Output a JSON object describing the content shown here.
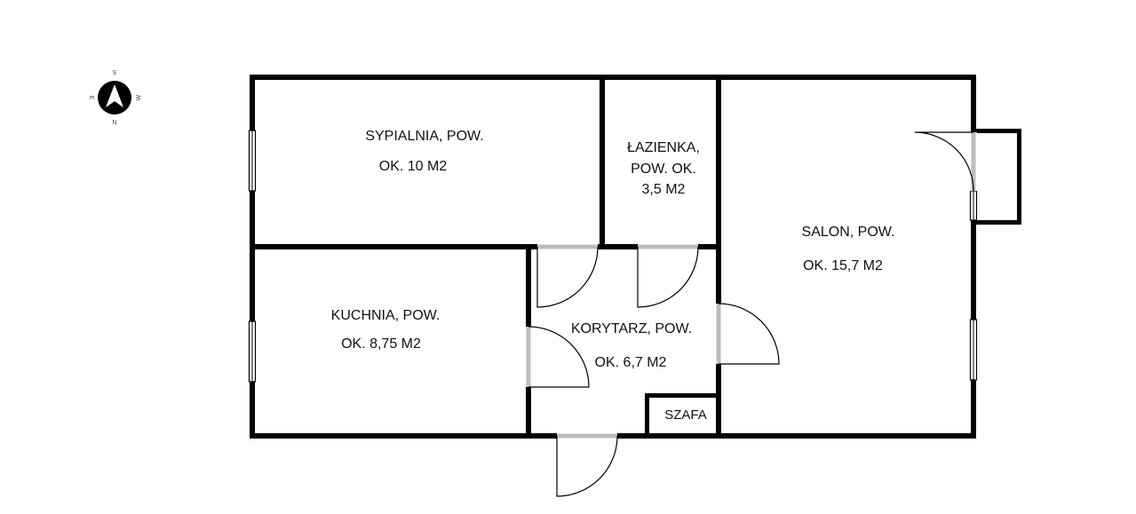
{
  "rooms": {
    "sypialnia": {
      "line1": "SYPIALNIA, POW.",
      "line2": "OK. 10 M2"
    },
    "lazienka": {
      "line1": "ŁAZIENKA,",
      "line2": "POW. OK.",
      "line3": "3,5 M2"
    },
    "salon": {
      "line1": "SALON, POW.",
      "line2": "OK. 15,7 M2"
    },
    "kuchnia": {
      "line1": "KUCHNIA, POW.",
      "line2": "OK. 8,75 M2"
    },
    "korytarz": {
      "line1": "KORYTARZ, POW.",
      "line2": "OK. 6,7 M2"
    },
    "szafa": {
      "label": "SZAFA"
    }
  },
  "compass": {
    "n": "N",
    "s": "S",
    "e": "E",
    "w": "W"
  }
}
